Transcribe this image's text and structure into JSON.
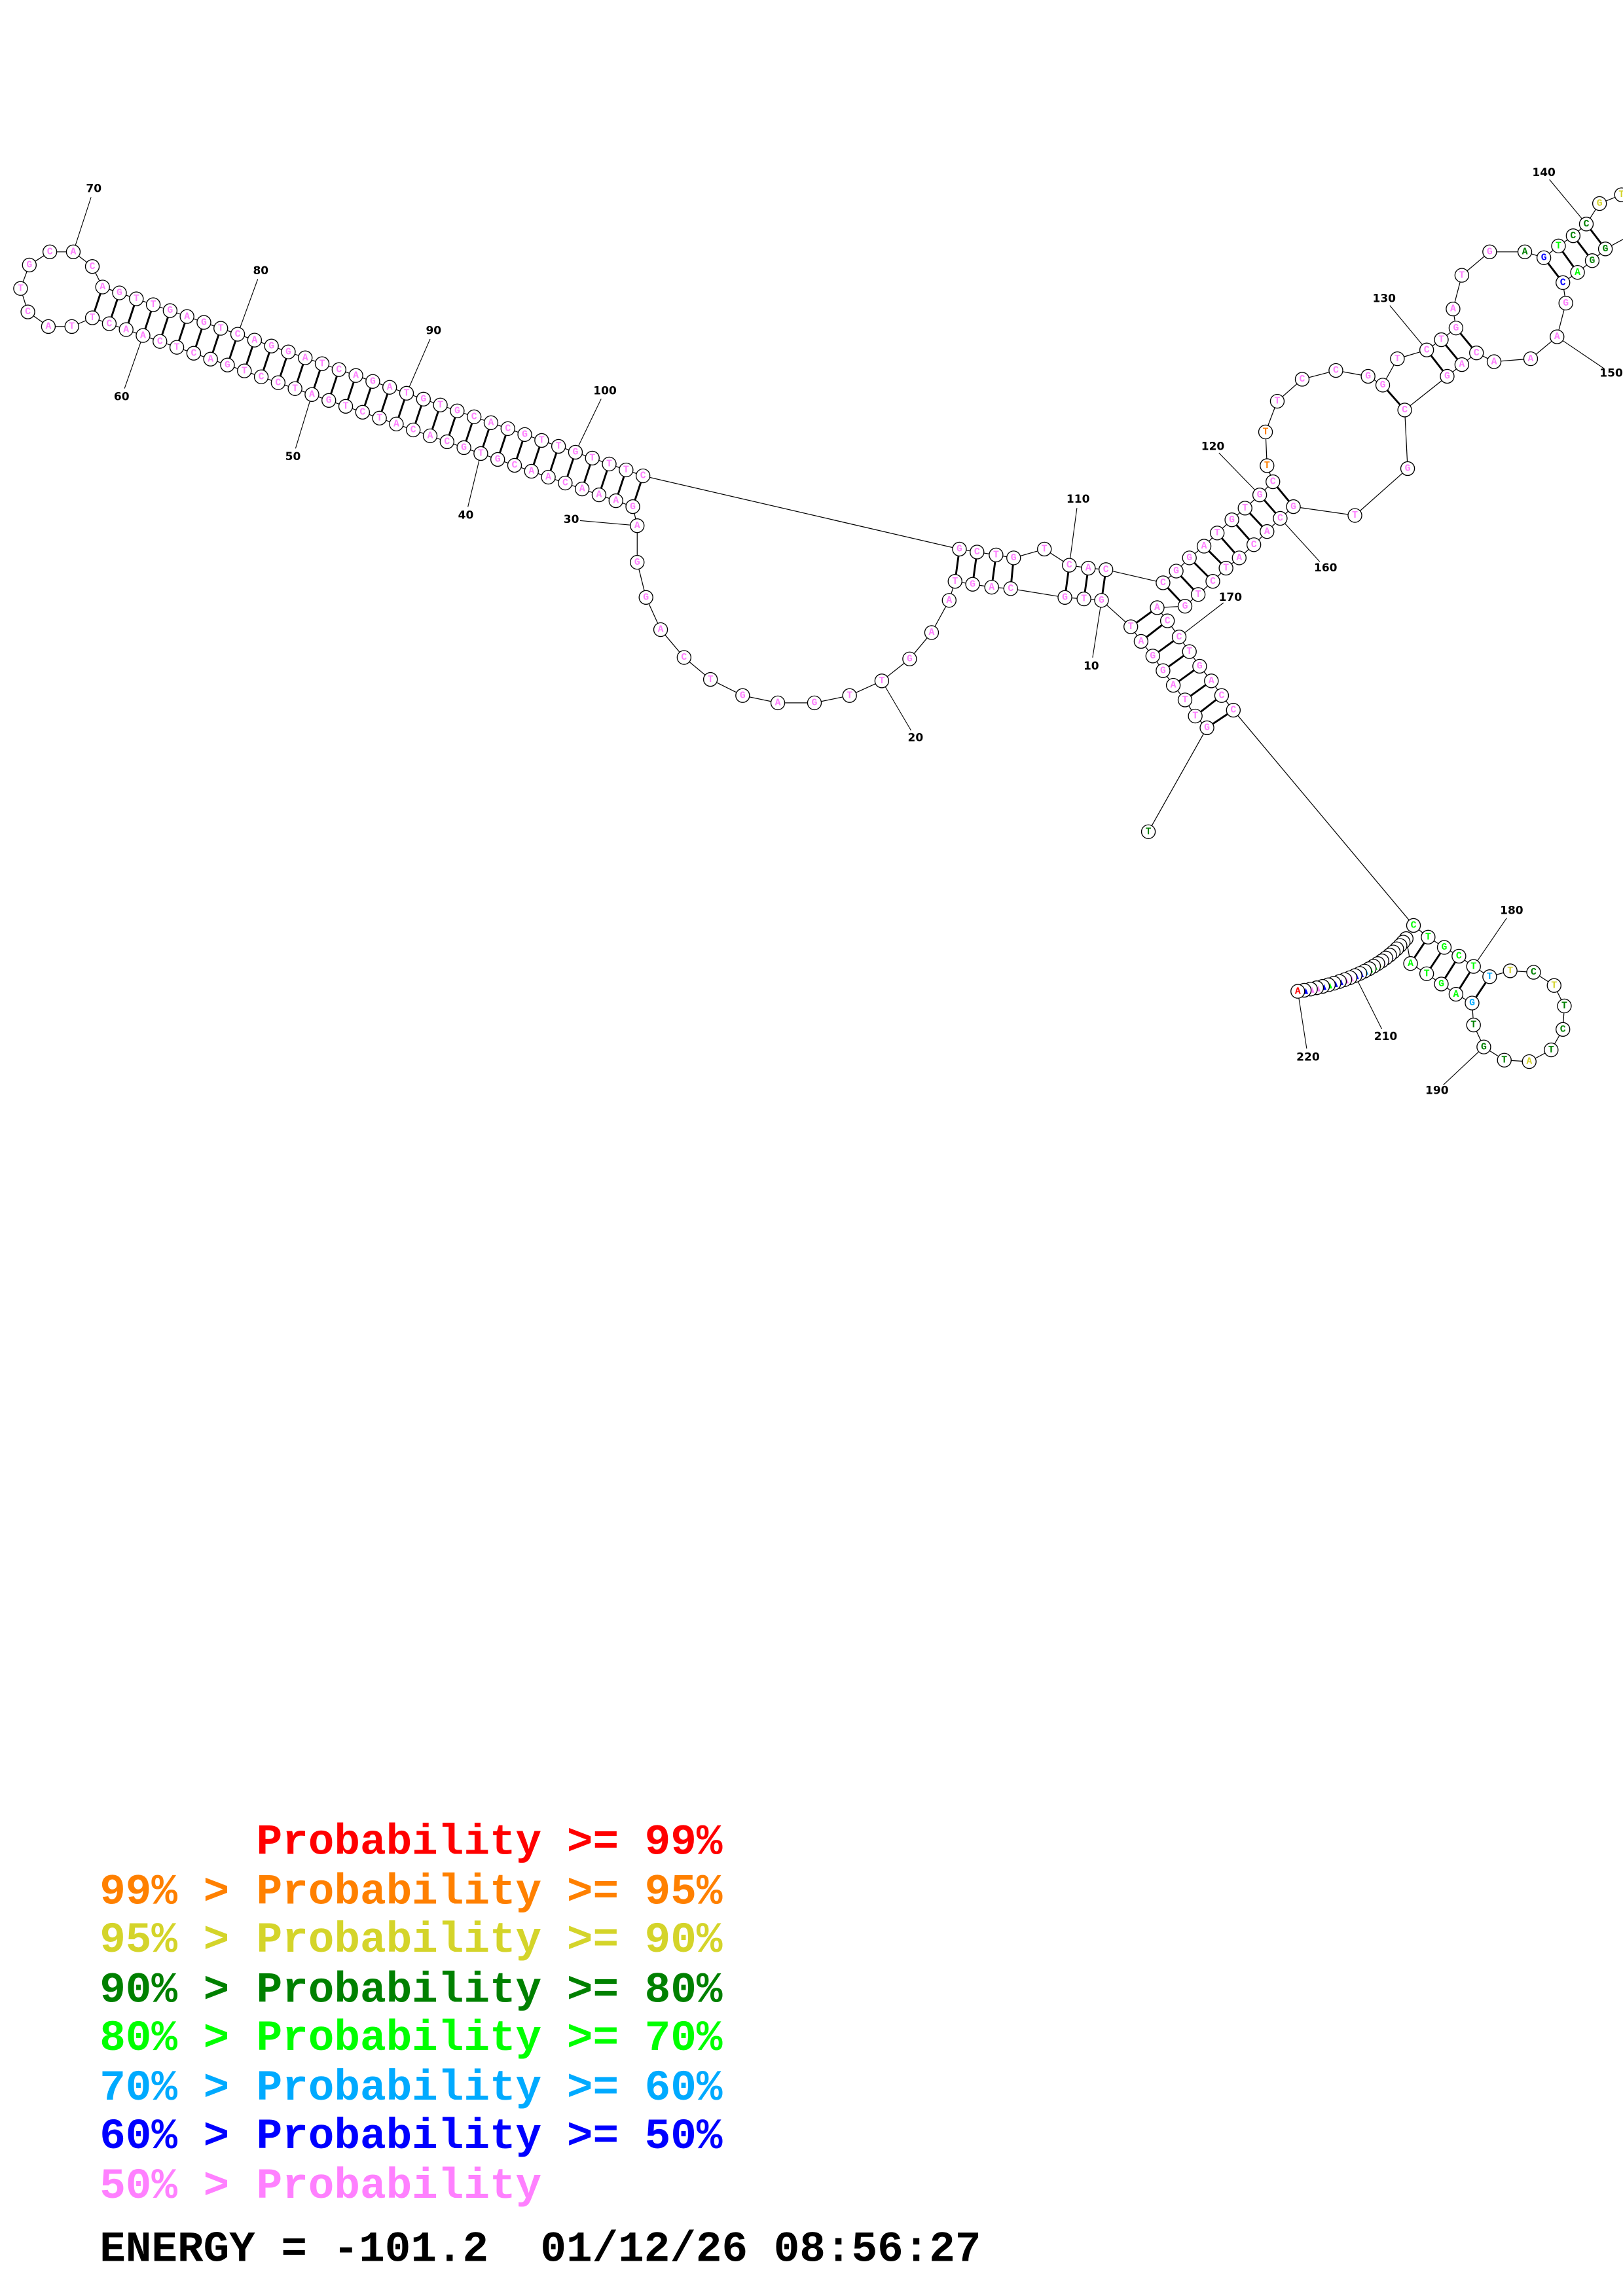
{
  "structure": {
    "sequence": "TGTTAGGATG TGCAGTAAGT TGAGTCAGGA GAAACAACGT GCACATCTGA TCCTGACTCA ACTTACTGCA CAGTTGAGTC AGGATCAGAT GTGCACGTTG TTTCGCTGTC ACCGGATGTG CTTTCCGGTC TGATGAGTCC GT--GGACGA AACAGCGTGC ACATCTGACC TGACCCTGCT TTCTTCTATG TGAGTA.... .......... .........A",
    "color_runs": [
      [
        "d",
        1
      ],
      [
        "p",
        120
      ],
      [
        "o",
        2
      ],
      [
        "p",
        12
      ],
      [
        "d",
        1
      ],
      [
        "b",
        1
      ],
      [
        "g",
        1
      ],
      [
        "d",
        2
      ],
      [
        "y",
        2
      ],
      [
        "-",
        2
      ],
      [
        "d",
        2
      ],
      [
        "g",
        1
      ],
      [
        "b",
        1
      ],
      [
        "p",
        27
      ],
      [
        "g",
        5
      ],
      [
        "c",
        1
      ],
      [
        "y",
        1
      ],
      [
        "d",
        1
      ],
      [
        "y",
        1
      ],
      [
        "d",
        3
      ],
      [
        "y",
        1
      ],
      [
        "d",
        3
      ],
      [
        "c",
        1
      ],
      [
        "g",
        4
      ],
      [
        "g",
        1
      ],
      [
        "d",
        1
      ],
      [
        "g",
        1
      ],
      [
        "d",
        1
      ],
      [
        "b",
        2
      ],
      [
        "p",
        2
      ],
      [
        "y",
        1
      ],
      [
        "g",
        2
      ],
      [
        "c",
        1
      ],
      [
        "b",
        2
      ],
      [
        "p",
        2
      ],
      [
        "b",
        2
      ],
      [
        "g",
        1
      ],
      [
        "b",
        1
      ],
      [
        "p",
        2
      ],
      [
        "b",
        1
      ],
      [
        "r",
        1
      ]
    ],
    "pair_helices": [
      [
        2,
        175,
        8
      ],
      [
        10,
        112,
        3
      ],
      [
        13,
        108,
        4
      ],
      [
        31,
        104,
        33
      ],
      [
        113,
        167,
        9
      ],
      [
        128,
        156,
        1
      ],
      [
        130,
        155,
        3
      ],
      [
        137,
        148,
        4
      ],
      [
        177,
        196,
        5
      ]
    ],
    "position_labels": [
      {
        "index": 10,
        "text": "10"
      },
      {
        "index": 20,
        "text": "20"
      },
      {
        "index": 30,
        "text": "30"
      },
      {
        "index": 40,
        "text": "40"
      },
      {
        "index": 50,
        "text": "50"
      },
      {
        "index": 60,
        "text": "60"
      },
      {
        "index": 70,
        "text": "70"
      },
      {
        "index": 80,
        "text": "80"
      },
      {
        "index": 90,
        "text": "90"
      },
      {
        "index": 100,
        "text": "100"
      },
      {
        "index": 110,
        "text": "110"
      },
      {
        "index": 120,
        "text": "120"
      },
      {
        "index": 130,
        "text": "130"
      },
      {
        "index": 140,
        "text": "140"
      },
      {
        "index": 150,
        "text": "150"
      },
      {
        "index": 160,
        "text": "160"
      },
      {
        "index": 170,
        "text": "170"
      },
      {
        "index": 180,
        "text": "180"
      },
      {
        "index": 190,
        "text": "190"
      },
      {
        "index": 210,
        "text": "210"
      },
      {
        "index": 220,
        "text": "220"
      }
    ]
  },
  "colors": {
    "r": "#ff0000",
    "o": "#ff8000",
    "y": "#d4d42a",
    "d": "#008000",
    "g": "#00ff00",
    "c": "#00aaff",
    "b": "#0000ff",
    "p": "#ff80ff"
  },
  "legend": [
    {
      "prefix": "",
      "label": "Probability",
      "suffix": ">= 99%",
      "color": "#ff0000"
    },
    {
      "prefix": "99% >",
      "label": "Probability",
      "suffix": ">= 95%",
      "color": "#ff8000"
    },
    {
      "prefix": "95% >",
      "label": "Probability",
      "suffix": ">= 90%",
      "color": "#d4d42a"
    },
    {
      "prefix": "90% >",
      "label": "Probability",
      "suffix": ">= 80%",
      "color": "#008000"
    },
    {
      "prefix": "80% >",
      "label": "Probability",
      "suffix": ">= 70%",
      "color": "#00ff00"
    },
    {
      "prefix": "70% >",
      "label": "Probability",
      "suffix": ">= 60%",
      "color": "#00aaff"
    },
    {
      "prefix": "60% >",
      "label": "Probability",
      "suffix": ">= 50%",
      "color": "#0000ff"
    },
    {
      "prefix": "50% >",
      "label": "Probability",
      "suffix": "",
      "color": "#ff80ff"
    }
  ],
  "footer": {
    "energy": "ENERGY = -101.2  01/12/26 08:56:27"
  }
}
